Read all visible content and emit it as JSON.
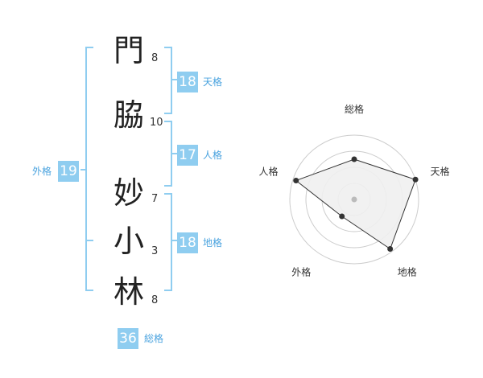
{
  "name": {
    "characters": [
      {
        "char": "門",
        "strokes": "8"
      },
      {
        "char": "脇",
        "strokes": "10"
      },
      {
        "char": "妙",
        "strokes": "7"
      },
      {
        "char": "小",
        "strokes": "3"
      },
      {
        "char": "林",
        "strokes": "8"
      }
    ]
  },
  "fortune": {
    "tenkaku": {
      "value": "18",
      "label": "天格"
    },
    "jinkaku": {
      "value": "17",
      "label": "人格"
    },
    "chikaku": {
      "value": "18",
      "label": "地格"
    },
    "gaikaku": {
      "value": "19",
      "label": "外格"
    },
    "soukaku": {
      "value": "36",
      "label": "総格"
    }
  },
  "colors": {
    "accent": "#8fcdf0",
    "accent_text": "#4aa3df",
    "radar_fill": "#f0f0f0",
    "ring": "#cccccc"
  },
  "chart_data": {
    "type": "radar",
    "axes": [
      "総格",
      "天格",
      "地格",
      "外格",
      "人格"
    ],
    "max": 4,
    "values": [
      2.5,
      4,
      3.8,
      1.3,
      3.8
    ]
  }
}
